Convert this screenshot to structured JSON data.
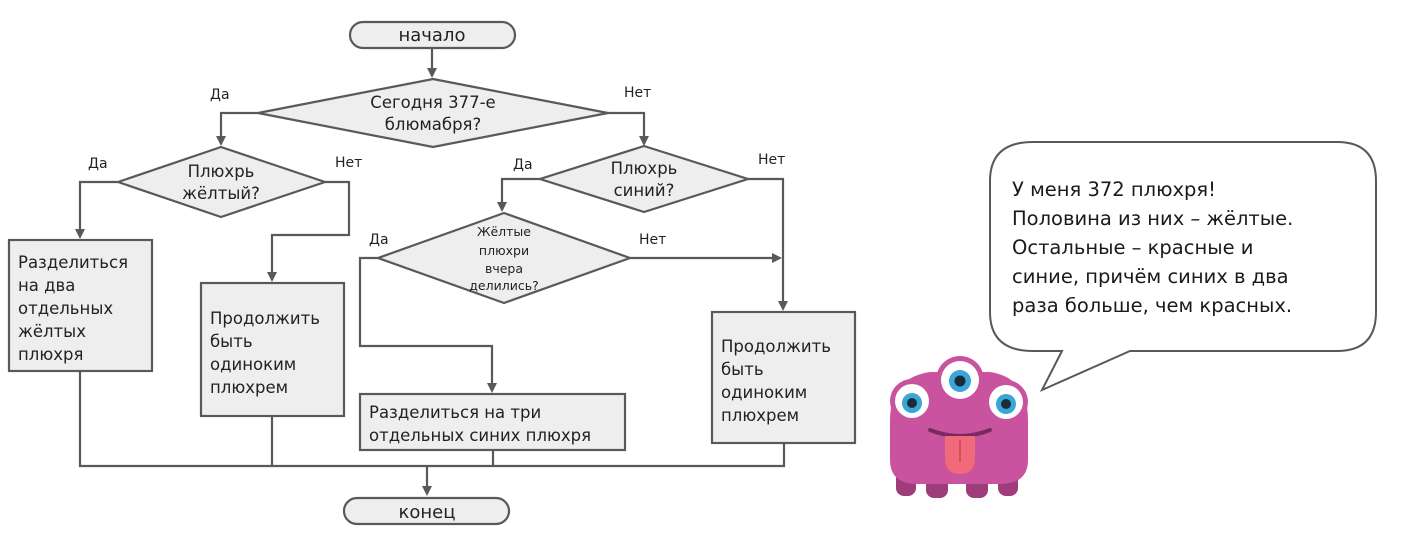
{
  "flowchart": {
    "start": "начало",
    "end": "конец",
    "q1": {
      "line1": "Сегодня 377-е",
      "line2": "блюмабря?"
    },
    "q1_yes": "Да",
    "q1_no": "Нет",
    "q2": {
      "line1": "Плюхрь",
      "line2": "жёлтый?"
    },
    "q2_yes": "Да",
    "q2_no": "Нет",
    "q3": {
      "line1": "Плюхрь",
      "line2": "синий?"
    },
    "q3_yes": "Да",
    "q3_no": "Нет",
    "q4": {
      "line1": "Жёлтые",
      "line2": "плюхри",
      "line3": "вчера",
      "line4": "делились?"
    },
    "q4_yes": "Да",
    "q4_no": "Нет",
    "box_split_two": [
      "Разделиться",
      "на два",
      "отдельных",
      "жёлтых",
      "плюхря"
    ],
    "box_stay_alone_left": [
      "Продолжить",
      "быть",
      "одиноким",
      "плюхрем"
    ],
    "box_split_three": [
      "Разделиться на три",
      "отдельных синих плюхря"
    ],
    "box_stay_alone_right": [
      "Продолжить",
      "быть",
      "одиноким",
      "плюхрем"
    ]
  },
  "speech_bubble": {
    "lines": [
      "У меня 372 плюхря!",
      "Половина из них – жёлтые.",
      "Остальные – красные и",
      "синие, причём синих в два",
      "раза больше, чем красных."
    ]
  },
  "colors": {
    "shape_fill": "#eeeeee",
    "stroke": "#595959",
    "monster_body": "#c9539e",
    "monster_dark": "#9e3c7c",
    "eye_iris": "#3aa6d6",
    "tongue": "#f06a7c"
  },
  "icons": {
    "monster": "pink-three-eyed-monster-icon"
  }
}
